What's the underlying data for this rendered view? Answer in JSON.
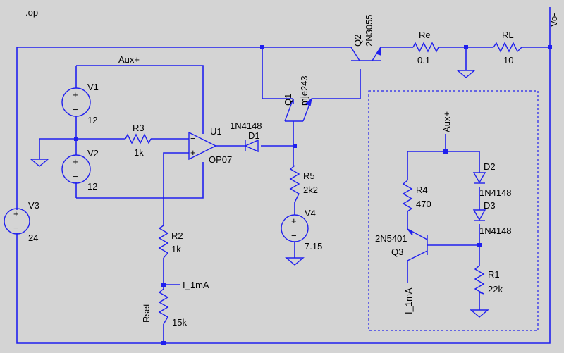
{
  "directive": ".op",
  "components": {
    "v1": {
      "name": "V1",
      "value": "12"
    },
    "v2": {
      "name": "V2",
      "value": "12"
    },
    "v3": {
      "name": "V3",
      "value": "24"
    },
    "v4": {
      "name": "V4",
      "value": "7.15"
    },
    "r3": {
      "name": "R3",
      "value": "1k"
    },
    "r2": {
      "name": "R2",
      "value": "1k"
    },
    "rset": {
      "name": "Rset",
      "value": "15k"
    },
    "r5": {
      "name": "R5",
      "value": "2k2"
    },
    "re": {
      "name": "Re",
      "value": "0.1"
    },
    "rl": {
      "name": "RL",
      "value": "10"
    },
    "r4": {
      "name": "R4",
      "value": "470"
    },
    "r1": {
      "name": "R1",
      "value": "22k"
    },
    "u1": {
      "name": "U1",
      "value": "OP07"
    },
    "d1": {
      "name": "D1",
      "value": "1N4148"
    },
    "d2": {
      "name": "D2",
      "value": "1N4148"
    },
    "d3": {
      "name": "D3",
      "value": "1N4148"
    },
    "q1": {
      "name": "Q1",
      "value": "mje243"
    },
    "q2": {
      "name": "Q2",
      "value": "2N3055"
    },
    "q3": {
      "name": "Q3",
      "value": "2N5401"
    }
  },
  "nets": {
    "aux_plus": "Aux+",
    "vo_minus": "Vo-",
    "i_1ma": "I_1mA"
  },
  "symbols": {
    "plus": "+",
    "minus": "−"
  }
}
